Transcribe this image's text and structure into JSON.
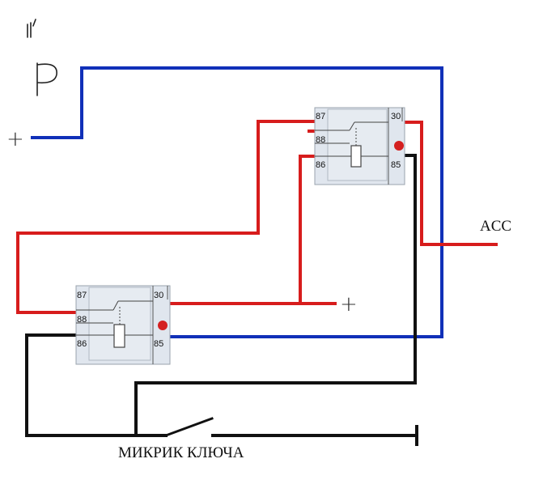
{
  "colors": {
    "plus_wire": "#d71c1c",
    "ignition_wire": "#1030b8",
    "ground_wire": "#111111",
    "relay_body": "#e0e6ee",
    "led": "#d42020"
  },
  "labels": {
    "handwritten_top": "P",
    "plus_left": "+",
    "plus_right": "+",
    "acc": "ACC",
    "key_switch": "МИКРИК КЛЮЧА"
  },
  "relay_top": {
    "pin87": "87",
    "pin88": "88",
    "pin86": "86",
    "pin30": "30",
    "pin85": "85"
  },
  "relay_bottom": {
    "pin87": "87",
    "pin88": "88",
    "pin86": "86",
    "pin30": "30",
    "pin85": "85"
  }
}
